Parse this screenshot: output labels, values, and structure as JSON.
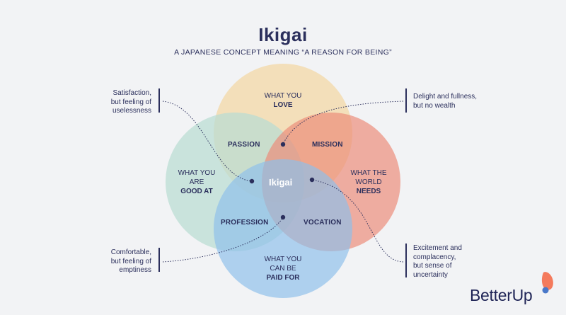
{
  "title": "Ikigai",
  "subtitle": "A JAPANESE CONCEPT MEANING “A REASON FOR BEING”",
  "circles": {
    "love": {
      "line1": "WHAT YOU",
      "line2": "LOVE",
      "color": "#f3d9a9"
    },
    "good_at": {
      "line1": "WHAT YOU",
      "line2": "ARE",
      "line3": "GOOD AT",
      "color": "#b9dcd2"
    },
    "world_needs": {
      "line1": "WHAT THE",
      "line2": "WORLD",
      "line3": "NEEDS",
      "color": "#ec8b78"
    },
    "paid_for": {
      "line1": "WHAT YOU",
      "line2": "CAN BE",
      "line3": "PAID FOR",
      "color": "#8ec0ea"
    }
  },
  "sections": {
    "passion": "PASSION",
    "mission": "MISSION",
    "profession": "PROFESSION",
    "vocation": "VOCATION",
    "center": "Ikigai"
  },
  "notes": {
    "top_left": [
      "Satisfaction,",
      "but feeling of",
      "uselessness"
    ],
    "top_right": [
      "Delight and fullness,",
      "but no wealth"
    ],
    "bottom_left": [
      "Comfortable,",
      "but feeling of",
      "emptiness"
    ],
    "bottom_right": [
      "Excitement and",
      "complacency,",
      "but sense of",
      "uncertainty"
    ]
  },
  "logo": "BetterUp",
  "accent_color": "#2b2f5c"
}
